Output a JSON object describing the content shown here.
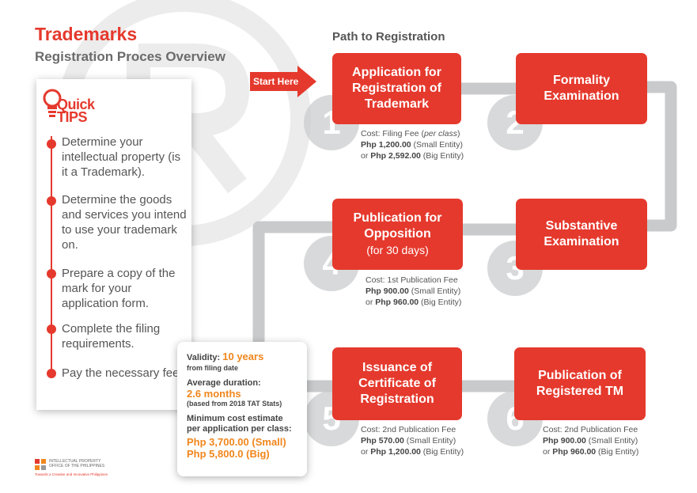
{
  "header": {
    "title": "Trademarks",
    "subtitle": "Registration Proces Overview",
    "path_title": "Path to Registration"
  },
  "tips": {
    "quick": "Quick",
    "tips": "TIPS",
    "items": [
      "Determine your intellectual property (is it a Trademark).",
      "Determine the goods and services you intend to use your trademark on.",
      "Prepare a copy of the mark for your application form.",
      "Complete the filing requirements.",
      "Pay the necessary fees"
    ]
  },
  "start_label": "Start Here",
  "steps": [
    {
      "number": "1",
      "title": "Application for Registration of Trademark"
    },
    {
      "number": "2",
      "title": "Formality Examination"
    },
    {
      "number": "3",
      "title": "Substantive Examination"
    },
    {
      "number": "4",
      "title": "Publication for Opposition",
      "subtitle": "(for 30 days)"
    },
    {
      "number": "5",
      "title": "Issuance of Certificate of Registration"
    },
    {
      "number": "6",
      "title": "Publication of Registered TM"
    }
  ],
  "costs": {
    "step1": {
      "line1_prefix": "Cost: Filing Fee (",
      "line1_italic": "per class",
      "line1_suffix": ")",
      "line2_amount": "Php 1,200.00",
      "line2_note": " (Small Entity)",
      "line3_prefix": "or ",
      "line3_amount": "Php 2,592.00",
      "line3_note": " (Big Entity)"
    },
    "step4": {
      "line1": "Cost: 1st Publication Fee",
      "line2_amount": "Php 900.00",
      "line2_note": " (Small Entity)",
      "line3_prefix": "or ",
      "line3_amount": "Php 960.00",
      "line3_note": " (Big Entity)"
    },
    "step5": {
      "line1": "Cost: 2nd Publication Fee",
      "line2_amount": "Php 570.00",
      "line2_note": " (Small Entity)",
      "line3_prefix": "or ",
      "line3_amount": "Php 1,200.00",
      "line3_note": " (Big Entity)"
    },
    "step6": {
      "line1": "Cost: 2nd Publication Fee",
      "line2_amount": "Php 900.00",
      "line2_note": " (Small Entity)",
      "line3_prefix": "or ",
      "line3_amount": "Php 960.00",
      "line3_note": " (Big Entity)"
    }
  },
  "info": {
    "validity_label": "Validity: ",
    "validity_value": "10 years",
    "validity_note": "from filing date",
    "duration_label": "Average duration:",
    "duration_value": "2.6 months",
    "duration_note": "(based from 2018 TAT Stats)",
    "min_cost_label": "Minimum cost estimate per application per class:",
    "min_cost_small": "Php 3,700.00 (Small)",
    "min_cost_big": "Php 5,800.0 (Big)"
  },
  "logo": {
    "line1": "INTELLECTUAL PROPERTY",
    "line2": "OFFICE OF THE PHILIPPINES",
    "tagline": "Towards a Creative and Innovative Philippines"
  },
  "colors": {
    "accent": "#e5392d",
    "highlight": "#f0861c",
    "connector": "#c8cacc"
  }
}
